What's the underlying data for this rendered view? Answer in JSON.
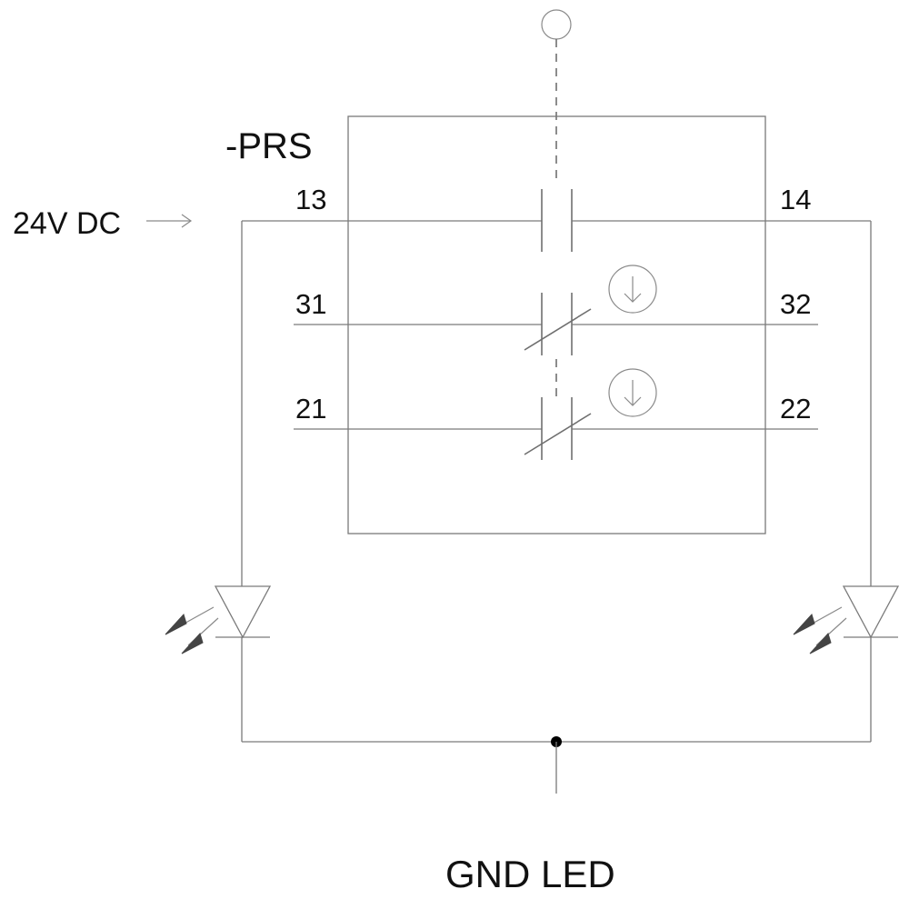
{
  "device": {
    "tag": "-PRS"
  },
  "input_label": "24V DC",
  "ground_label": "GND LED",
  "contacts": [
    {
      "type": "normally-open",
      "pin_left": "13",
      "pin_right": "14"
    },
    {
      "type": "normally-closed",
      "pin_left": "31",
      "pin_right": "32"
    },
    {
      "type": "normally-closed",
      "pin_left": "21",
      "pin_right": "22"
    }
  ],
  "colors": {
    "wire": "#7a7a7a",
    "text": "#111111",
    "junction": "#000000"
  }
}
